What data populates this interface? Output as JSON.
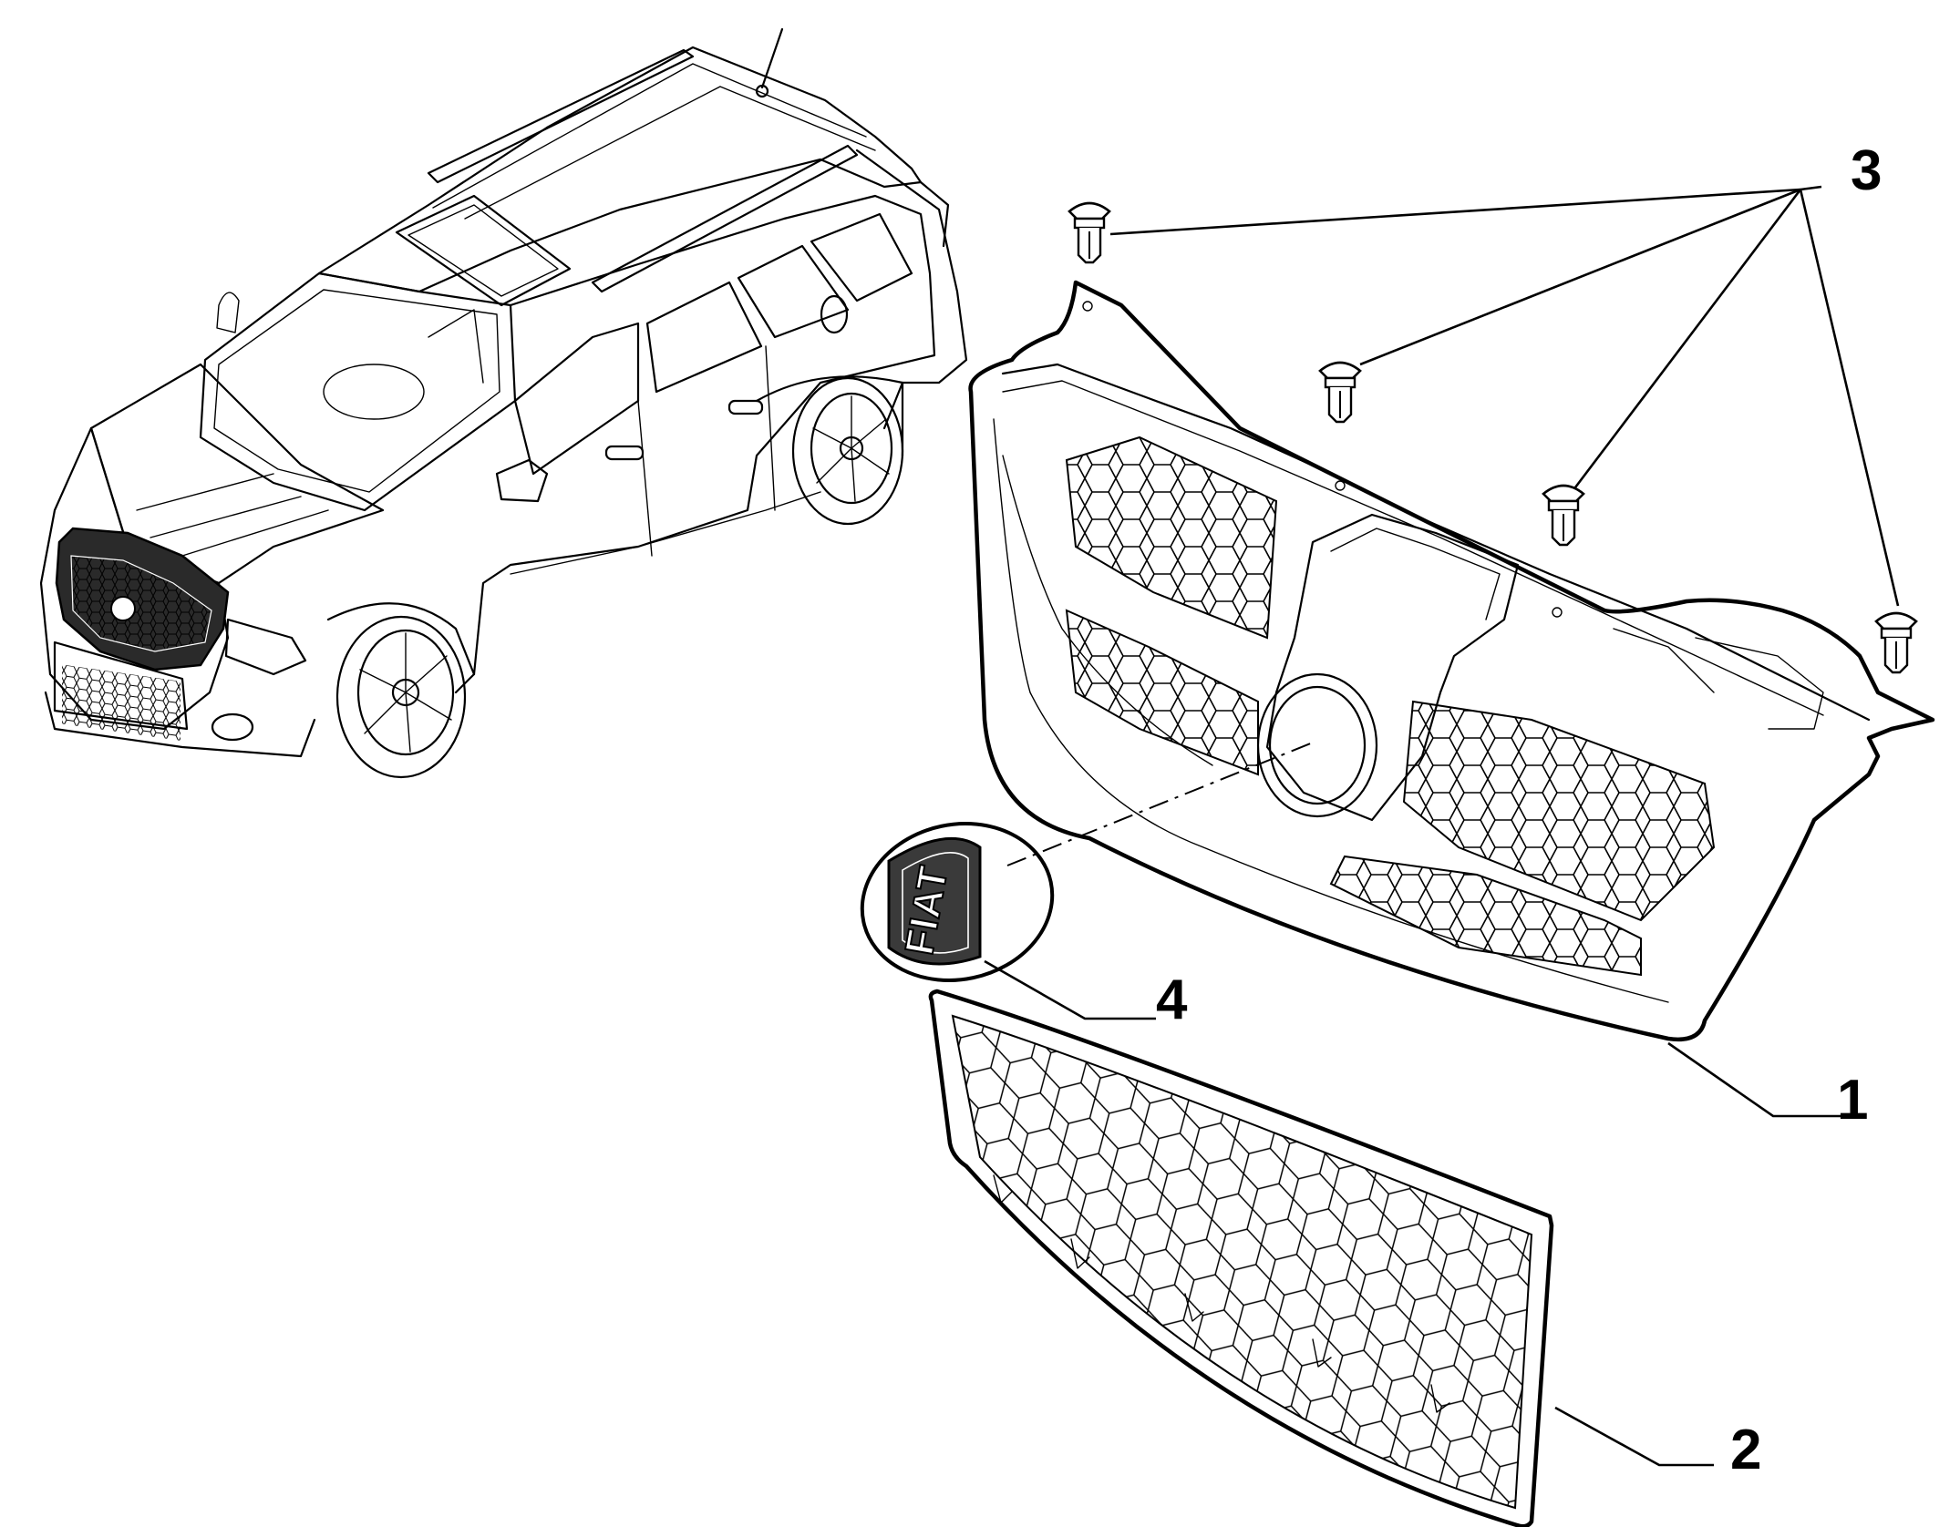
{
  "callouts": [
    {
      "id": "1",
      "label": "1"
    },
    {
      "id": "2",
      "label": "2"
    },
    {
      "id": "3",
      "label": "3"
    },
    {
      "id": "4",
      "label": "4"
    }
  ],
  "emblem": {
    "text": "FIAT"
  }
}
